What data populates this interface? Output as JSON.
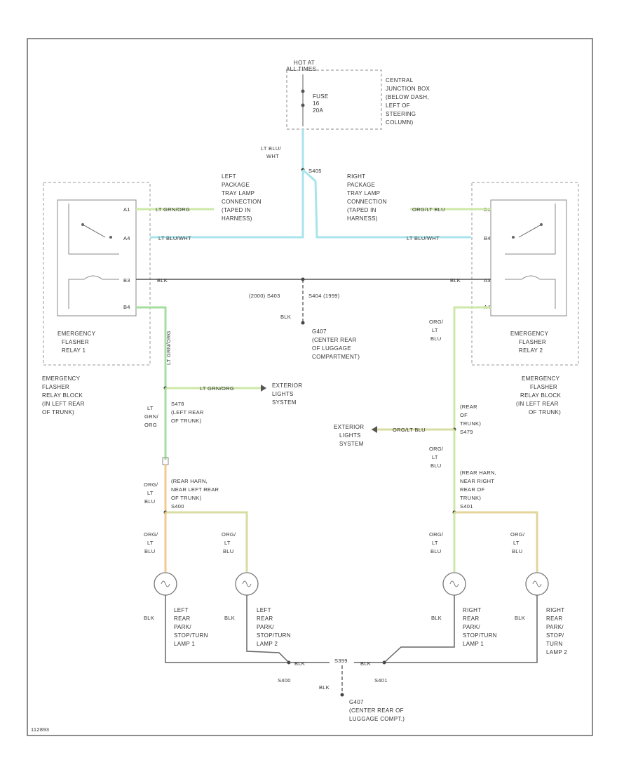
{
  "fuse": {
    "hot_at": "HOT AT",
    "all_times": "ALL TIMES",
    "fuse_label": "FUSE",
    "fuse_num": "16",
    "fuse_amp": "20A",
    "jbox": [
      "CENTRAL",
      "JUNCTION BOX",
      "(BELOW DASH,",
      "LEFT OF",
      "STEERING",
      "COLUMN)"
    ]
  },
  "top_wire": {
    "color": "LT BLU/",
    "color2": "WHT",
    "splice": "S405"
  },
  "left_pkg": [
    "LEFT",
    "PACKAGE",
    "TRAY LAMP",
    "CONNECTION",
    "(TAPED IN",
    "HARNESS)"
  ],
  "right_pkg": [
    "RIGHT",
    "PACKAGE",
    "TRAY LAMP",
    "CONNECTION",
    "(TAPED IN",
    "HARNESS)"
  ],
  "wires": {
    "lt_grn_org": "LT GRN/ORG",
    "org_lt_blu": "ORG/LT BLU",
    "lt_blu_wht": "LT BLU/WHT",
    "blk": "BLK"
  },
  "pins": {
    "r1_a": "A1",
    "r1_b": "A4",
    "r1_c": "B3",
    "r1_d": "B4",
    "r2_a": "B1",
    "r2_b": "B4",
    "r2_c": "A3",
    "r2_d": "A4"
  },
  "ground_top": {
    "splices": "(2000) S403",
    "splice_r": "S404 (1999)",
    "wire": "BLK",
    "gnd": [
      "G407",
      "(CENTER REAR",
      "OF LUGGAGE",
      "COMPARTMENT)"
    ]
  },
  "relay1": [
    "EMERGENCY",
    "FLASHER",
    "RELAY 1"
  ],
  "relay2": [
    "EMERGENCY",
    "FLASHER",
    "RELAY 2"
  ],
  "block_left": [
    "EMERGENCY",
    "FLASHER",
    "RELAY BLOCK",
    "(IN LEFT REAR",
    "OF TRUNK)"
  ],
  "block_right": [
    "EMERGENCY",
    "FLASHER",
    "RELAY BLOCK",
    "(IN LEFT REAR",
    "OF TRUNK)"
  ],
  "ext_left": [
    "EXTERIOR",
    "LIGHTS",
    "SYSTEM"
  ],
  "ext_right": [
    "EXTERIOR",
    "LIGHTS",
    "SYSTEM"
  ],
  "left_vert": [
    "LT",
    "GRN/",
    "ORG"
  ],
  "s478": [
    "S478",
    "(LEFT REAR",
    "OF TRUNK)"
  ],
  "right_rear": [
    "(REAR",
    "OF",
    "TRUNK)",
    "S479"
  ],
  "org_lt_blu_stack": [
    "ORG/",
    "LT",
    "BLU"
  ],
  "left_harness": [
    "(REAR HARN,",
    "NEAR LEFT REAR",
    "OF TRUNK)",
    "S400"
  ],
  "right_harness": [
    "(REAR HARN,",
    "NEAR RIGHT",
    "REAR OF",
    "TRUNK)",
    "S401"
  ],
  "lamps": {
    "ll1": [
      "LEFT",
      "REAR",
      "PARK/",
      "STOP/TURN",
      "LAMP 1"
    ],
    "ll2": [
      "LEFT",
      "REAR",
      "PARK/",
      "STOP/TURN",
      "LAMP 2"
    ],
    "rl1": [
      "RIGHT",
      "REAR",
      "PARK/",
      "STOP/TURN",
      "LAMP 1"
    ],
    "rl2": [
      "RIGHT",
      "REAR",
      "PARK/",
      "STOP/",
      "TURN",
      "LAMP 2"
    ]
  },
  "bottom": {
    "s400": "S400",
    "s401": "S401",
    "blk": "BLK",
    "g401": [
      "G407",
      "(CENTER REAR OF",
      "LUGGAGE COMPT.)"
    ],
    "splice_pair": "S399"
  },
  "code": "112893"
}
